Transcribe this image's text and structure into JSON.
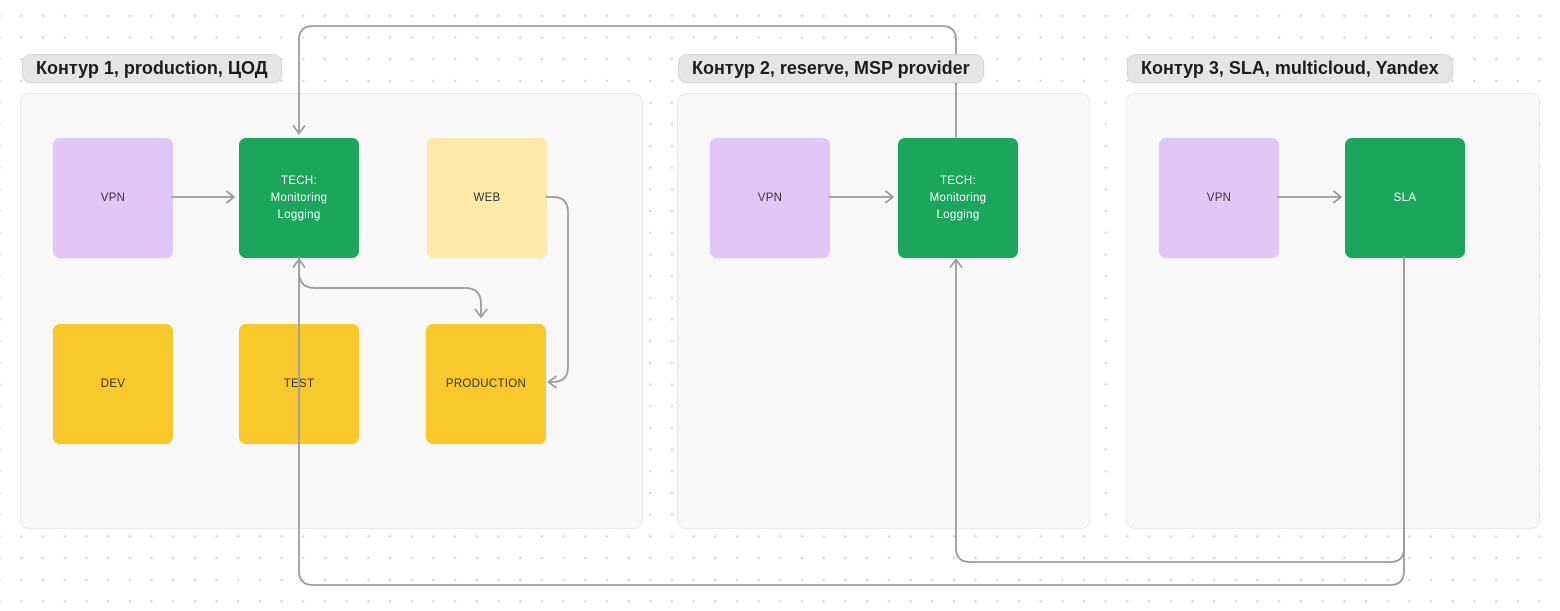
{
  "diagram": {
    "contours": [
      {
        "label": "Контур 1, production, ЦОД",
        "nodes": [
          {
            "id": "vpn",
            "label": "VPN"
          },
          {
            "id": "tech",
            "label_lines": [
              "TECH:",
              "Monitoring",
              "Logging"
            ]
          },
          {
            "id": "web",
            "label": "WEB"
          },
          {
            "id": "dev",
            "label": "DEV"
          },
          {
            "id": "test",
            "label": "TEST"
          },
          {
            "id": "production",
            "label": "PRODUCTION"
          }
        ]
      },
      {
        "label": "Контур 2, reserve, MSP provider",
        "nodes": [
          {
            "id": "vpn",
            "label": "VPN"
          },
          {
            "id": "tech",
            "label_lines": [
              "TECH:",
              "Monitoring",
              "Logging"
            ]
          }
        ]
      },
      {
        "label": "Контур 3, SLA, multicloud, Yandex",
        "nodes": [
          {
            "id": "vpn",
            "label": "VPN"
          },
          {
            "id": "sla",
            "label": "SLA"
          }
        ]
      }
    ],
    "connectors": [
      {
        "from": "VPN (Контур 1)",
        "to": "TECH: Monitoring Logging (Контур 1)"
      },
      {
        "from": "VPN (Контур 2)",
        "to": "TECH: Monitoring Logging (Контур 2)"
      },
      {
        "from": "VPN (Контур 3)",
        "to": "SLA"
      },
      {
        "from": "TECH: Monitoring Logging (Контур 2)",
        "to": "TECH: Monitoring Logging (Контур 1)"
      },
      {
        "from": "SLA",
        "to": "TECH: Monitoring Logging (Контур 2)"
      },
      {
        "from": "SLA",
        "to": "TECH: Monitoring Logging (Контур 1)"
      },
      {
        "from": "TECH: Monitoring Logging (Контур 1)",
        "to": "PRODUCTION"
      },
      {
        "from": "WEB",
        "to": "PRODUCTION"
      }
    ],
    "colors": {
      "green": "#1ca65c",
      "purple": "#e1c7f8",
      "yellow": "#f9c82a",
      "light_yellow": "#fde9a8",
      "panel_bg": "#f8f8f8",
      "pill_bg": "#e5e5e5",
      "connector": "#9c9c9c"
    }
  }
}
